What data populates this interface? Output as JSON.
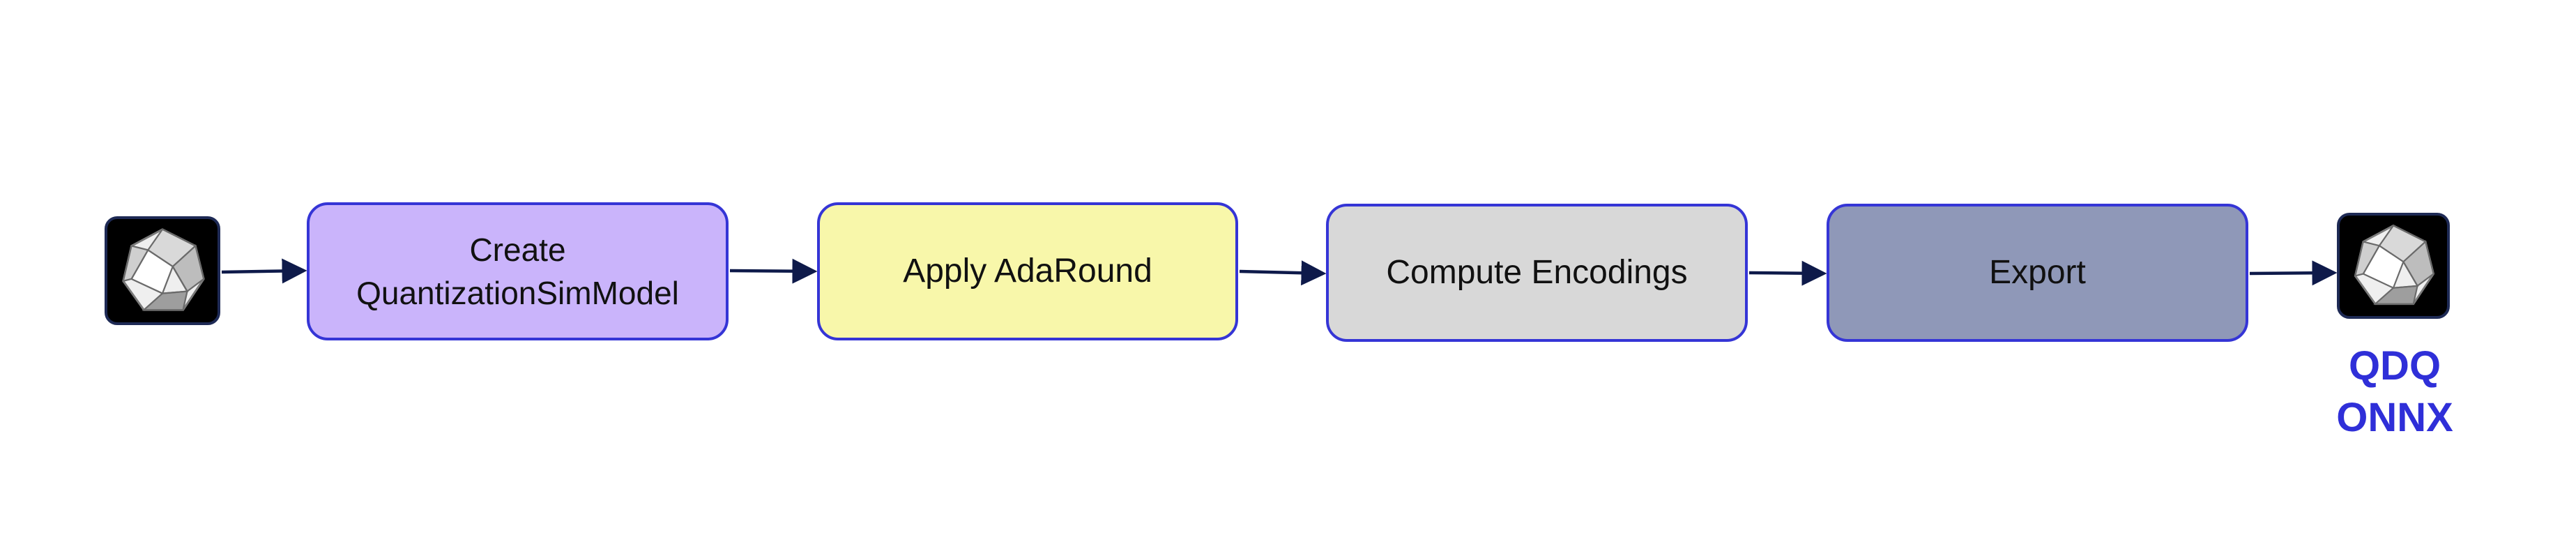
{
  "steps": [
    {
      "id": "create",
      "lines": [
        "Create",
        "QuantizationSimModel"
      ],
      "color": "#cab4fb"
    },
    {
      "id": "adaround",
      "lines": [
        "Apply AdaRound"
      ],
      "color": "#f8f7aa"
    },
    {
      "id": "encodings",
      "lines": [
        "Compute Encodings"
      ],
      "color": "#d8d8d8"
    },
    {
      "id": "export",
      "lines": [
        "Export"
      ],
      "color": "#8f98b8"
    }
  ],
  "output": {
    "label_line1": "QDQ",
    "label_line2": "ONNX"
  },
  "colors": {
    "box_border": "#3535d6",
    "arrow": "#0e1a4a",
    "output_label": "#2f2fd8",
    "icon_background": "#000000"
  },
  "icons": [
    "model-polyhedron-icon",
    "model-polyhedron-icon"
  ]
}
